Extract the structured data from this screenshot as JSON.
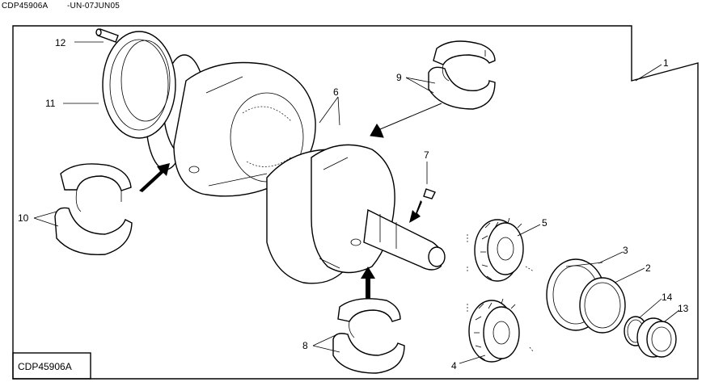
{
  "header": {
    "figure_id": "CDP45906A",
    "date_code": "-UN-07JUN05"
  },
  "footer": {
    "figure_id": "CDP45906A"
  },
  "callouts": [
    "1",
    "2",
    "3",
    "4",
    "5",
    "6",
    "7",
    "8",
    "9",
    "10",
    "11",
    "12",
    "13",
    "14"
  ]
}
